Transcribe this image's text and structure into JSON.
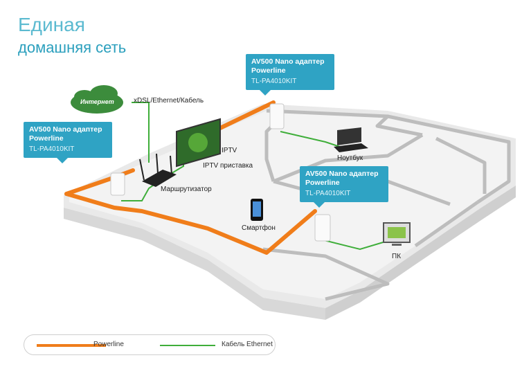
{
  "title": {
    "line1": "Единая",
    "line2": "домашняя сеть"
  },
  "callouts": [
    {
      "title": "AV500 Nano адаптер Powerline",
      "model": "TL-PA4010KIT"
    },
    {
      "title": "AV500 Nano адаптер Powerline",
      "model": "TL-PA4010KIT"
    },
    {
      "title": "AV500 Nano адаптер Powerline",
      "model": "TL-PA4010KIT"
    }
  ],
  "labels": {
    "internet": "Интернет",
    "wan": "xDSL/Ethernet/Кабель",
    "iptv": "IPTV",
    "iptv_box": "IPTV приставка",
    "router": "Маршрутизатор",
    "laptop": "Ноутбук",
    "smartphone": "Смартфон",
    "pc": "ПК"
  },
  "legend": {
    "powerline": "Powerline",
    "ethernet": "Кабель Ethernet"
  },
  "colors": {
    "accent": "#2fa3c4",
    "powerline": "#f07d1a",
    "ethernet": "#3fae3a"
  }
}
